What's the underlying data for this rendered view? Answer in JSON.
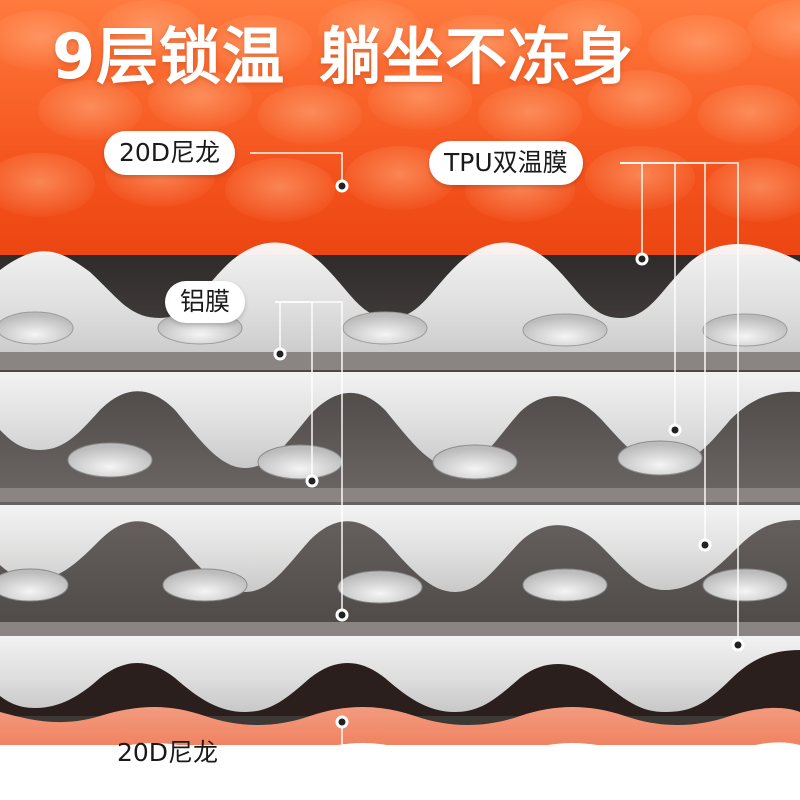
{
  "headline": {
    "part1": "9层锁温",
    "part2": "躺坐不冻身"
  },
  "labels": {
    "nylon_top": "20D尼龙",
    "tpu_film": "TPU双温膜",
    "aluminum_film": "铝膜",
    "nylon_bottom": "20D尼龙"
  },
  "colors": {
    "nylon_orange": "#f4521c",
    "bottom_nylon_coral": "#f08a6a",
    "film_gray": "#e2e2e2",
    "aluminum_dark": "#4a4644",
    "leader_line": "#ffffff"
  }
}
